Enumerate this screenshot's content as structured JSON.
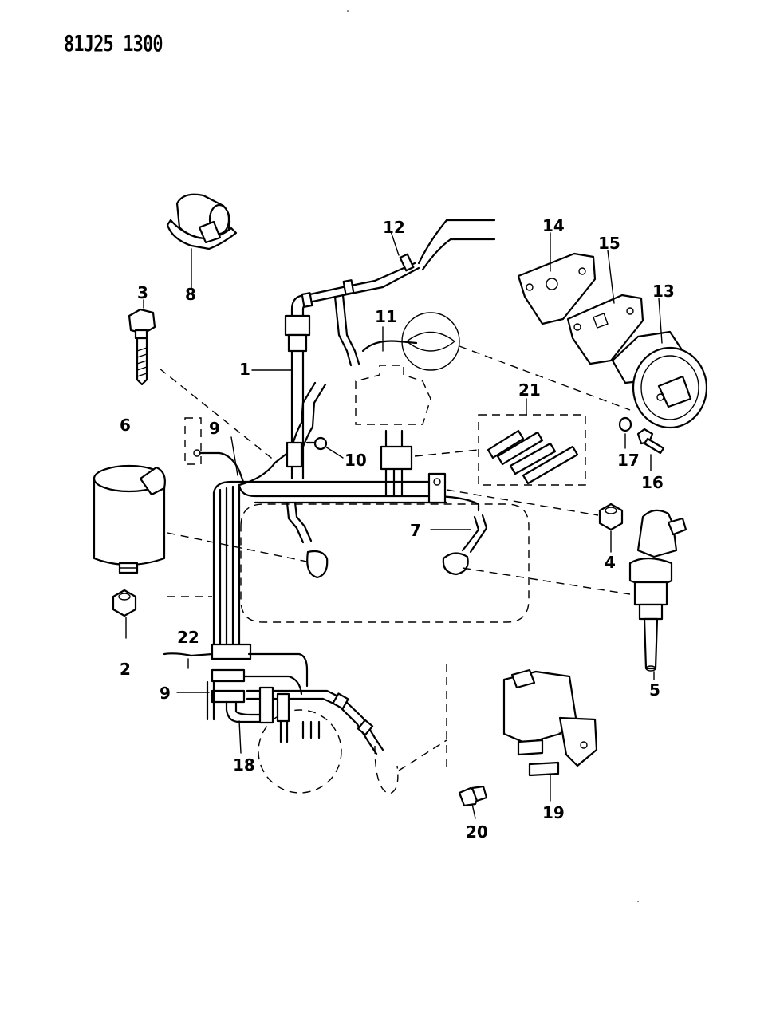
{
  "header": {
    "code": "81J25 1300"
  },
  "callouts": {
    "c1": "1",
    "c2": "2",
    "c3": "3",
    "c4": "4",
    "c5": "5",
    "c6": "6",
    "c7": "7",
    "c8": "8",
    "c9a": "9",
    "c9b": "9",
    "c10": "10",
    "c11": "11",
    "c12": "12",
    "c13": "13",
    "c14": "14",
    "c15": "15",
    "c16": "16",
    "c17": "17",
    "c18": "18",
    "c19": "19",
    "c20": "20",
    "c21": "21",
    "c22": "22"
  }
}
